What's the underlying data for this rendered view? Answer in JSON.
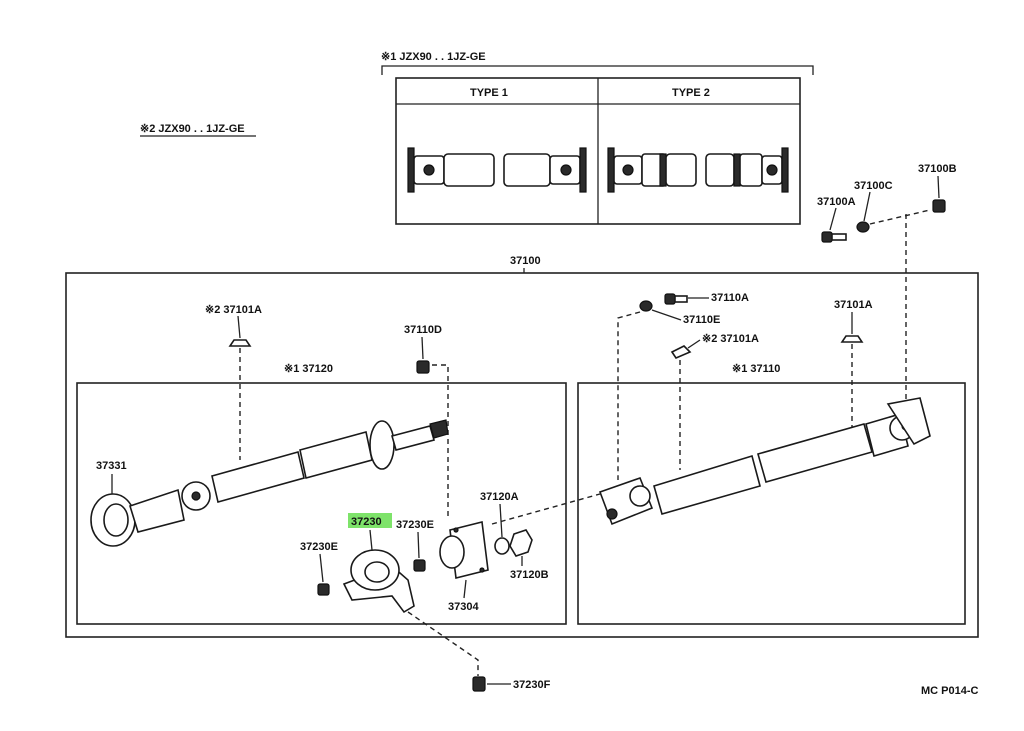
{
  "notes": {
    "note1": "※1 JZX90 . . 1JZ-GE",
    "note2": "※2 JZX90 . . 1JZ-GE"
  },
  "types": {
    "type1": "TYPE 1",
    "type2": "TYPE 2"
  },
  "labels": {
    "p37100": "37100",
    "p37100A": "37100A",
    "p37100C": "37100C",
    "p37100B": "37100B",
    "p37101A_left": "※2 37101A",
    "p37101A_mid": "※2 37101A",
    "p37101A_right": "37101A",
    "p37110A": "37110A",
    "p37110E": "37110E",
    "p37110D": "37110D",
    "p37120": "※1 37120",
    "p37110": "※1 37110",
    "p37331": "37331",
    "p37230": "37230",
    "p37230E_a": "37230E",
    "p37230E_b": "37230E",
    "p37120A": "37120A",
    "p37120B": "37120B",
    "p37304": "37304",
    "p37230F": "37230F"
  },
  "highlight": {
    "part": "37230",
    "color": "#7ee36a"
  },
  "footer": {
    "code": "MC P014-C"
  }
}
